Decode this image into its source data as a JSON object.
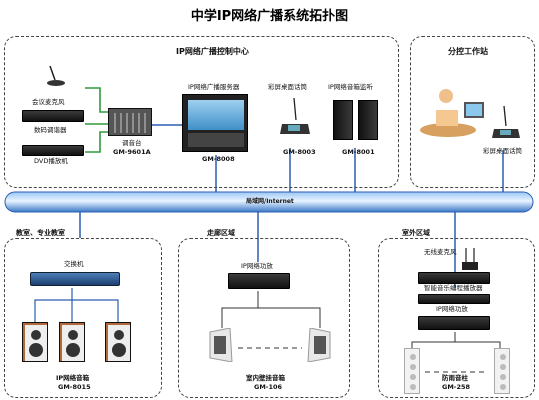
{
  "title": "中学IP网络广播系统拓扑图",
  "control_center": {
    "title": "IP网络广播控制中心",
    "mic_label": "会议麦克风",
    "tuner_label": "数码调谐器",
    "dvd_label": "DVD播放机",
    "mixer_label": "调音台",
    "mixer_model": "GM-9601A",
    "server_label": "IP网络广播服务器",
    "server_model": "GM-8008",
    "console_label": "彩屏桌面话筒",
    "console_model": "GM-8003",
    "monitor_label": "IP网络音箱监听",
    "monitor_model": "GM-8001"
  },
  "branch_station": {
    "title": "分控工作站",
    "console_label": "彩屏桌面话筒"
  },
  "network": {
    "label": "局域网/Internet"
  },
  "zones": [
    {
      "title": "教室、专业教室",
      "switch_label": "交换机",
      "speaker_label": "IP网络音箱",
      "speaker_model": "GM-8015"
    },
    {
      "title": "走廊区域",
      "amp_label": "IP网络功放",
      "speaker_label": "室内壁挂音箱",
      "speaker_model": "GM-106"
    },
    {
      "title": "室外区域",
      "wireless_label": "无线麦克风",
      "player_label": "智能音乐编程播放器",
      "amp_label": "IP网络功放",
      "speaker_label": "防雨音柱",
      "speaker_model": "GM-258"
    }
  ],
  "colors": {
    "network_link": "#2a5db0",
    "audio_link": "#2e9a3a",
    "panel_border": "#444444"
  }
}
